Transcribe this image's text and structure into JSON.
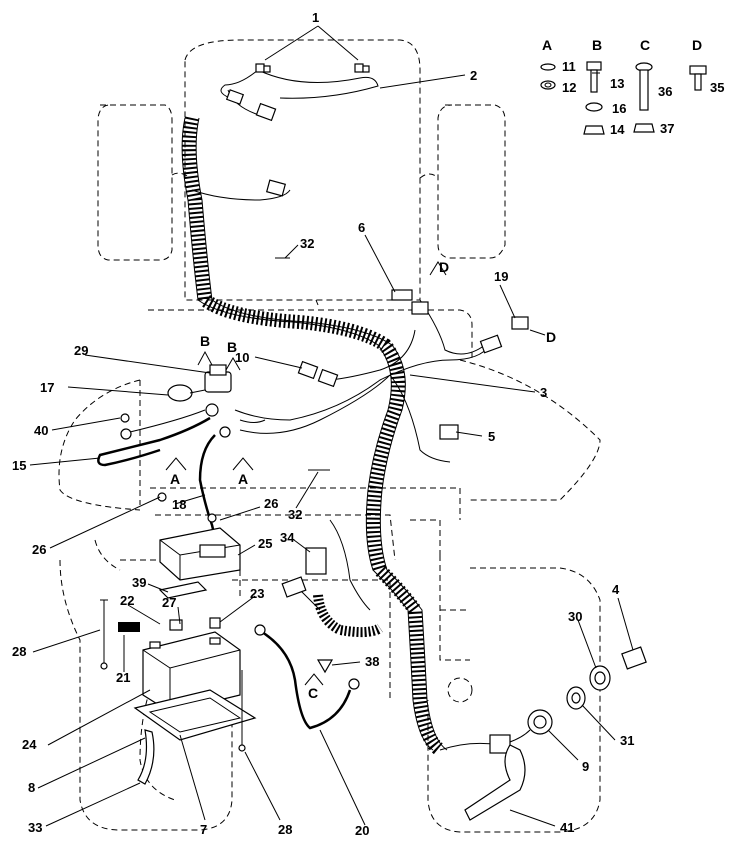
{
  "callouts": [
    "1",
    "2",
    "3",
    "4",
    "5",
    "6",
    "7",
    "8",
    "9",
    "10",
    "11",
    "12",
    "13",
    "14",
    "15",
    "16",
    "17",
    "18",
    "19",
    "20",
    "21",
    "22",
    "23",
    "24",
    "25",
    "26",
    "26",
    "27",
    "28",
    "28",
    "29",
    "30",
    "31",
    "32",
    "32",
    "33",
    "34",
    "35",
    "36",
    "37",
    "38",
    "39",
    "40",
    "41"
  ],
  "hardware_groups": [
    "A",
    "B",
    "C",
    "D"
  ],
  "view_marks": [
    "A",
    "A",
    "B",
    "B",
    "C",
    "D",
    "D"
  ]
}
